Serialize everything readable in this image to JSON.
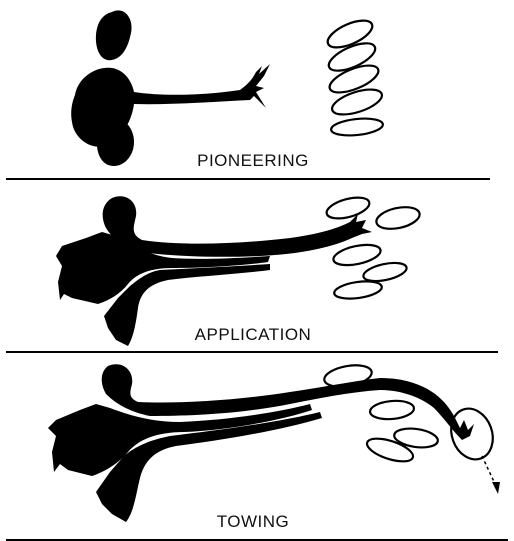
{
  "figure": {
    "panels": [
      {
        "label": "PIONEERING"
      },
      {
        "label": "APPLICATION"
      },
      {
        "label": "TOWING"
      }
    ],
    "colors": {
      "ink": "#000000",
      "background": "#ffffff"
    }
  }
}
